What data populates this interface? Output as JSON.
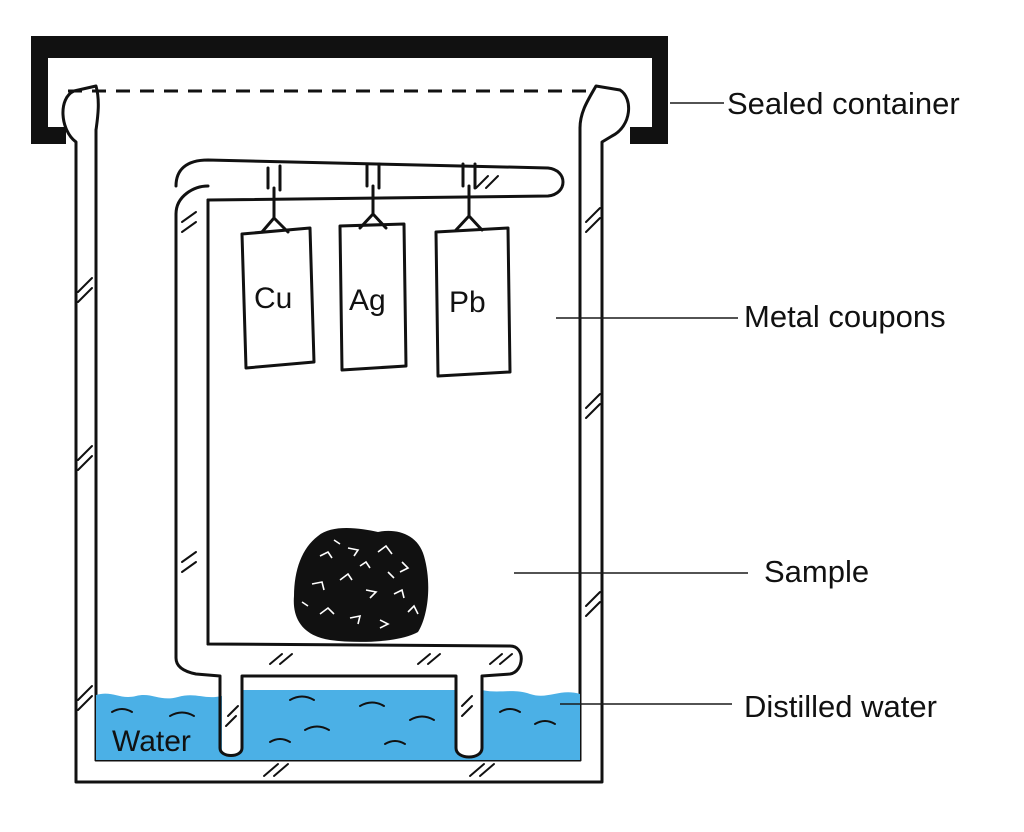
{
  "labels": {
    "sealed_container": "Sealed container",
    "metal_coupons": "Metal coupons",
    "sample": "Sample",
    "distilled_water": "Distilled water"
  },
  "coupons": [
    {
      "symbol": "Cu",
      "color": "#E8A844"
    },
    {
      "symbol": "Ag",
      "color": "#B8D4EE"
    },
    {
      "symbol": "Pb",
      "color": "#4B5663"
    }
  ],
  "water": {
    "label": "Water",
    "color": "#4BB0E6"
  },
  "colors": {
    "ink": "#111111",
    "lid": "#111111",
    "sample": "#111111",
    "background": "#ffffff"
  }
}
